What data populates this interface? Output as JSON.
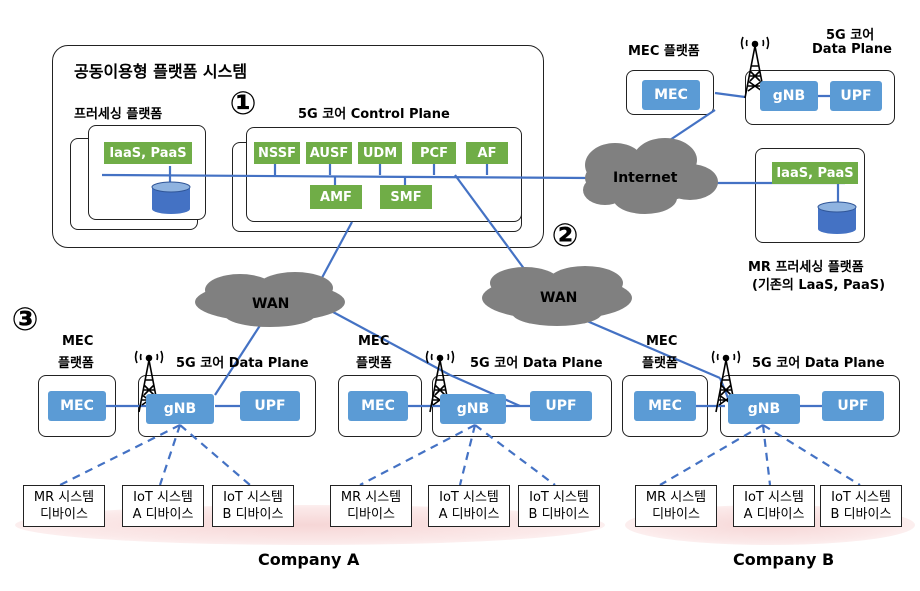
{
  "main_system": {
    "title": "공동이용형 플랫폼 시스템",
    "processing_label": "프러세싱 플랫폼",
    "iaas_paas": "IaaS,  PaaS",
    "control_plane_label": "5G 코어 Control Plane",
    "nf_top": [
      "NSSF",
      "AUSF",
      "UDM",
      "PCF",
      "AF"
    ],
    "nf_bottom": [
      "AMF",
      "SMF"
    ]
  },
  "markers": {
    "one": "①",
    "two": "②",
    "three": "③"
  },
  "internet": "Internet",
  "wan": "WAN",
  "top_right": {
    "mec_platform": "MEC 플랫폼",
    "mec": "MEC",
    "data_plane_line1": "5G 코어",
    "data_plane_line2": "Data Plane",
    "gnb": "gNB",
    "upf": "UPF"
  },
  "mr_platform": {
    "iaas_paas": "IaaS,  PaaS",
    "label_line1": "MR 프러세싱 플랫폼",
    "label_line2": "(기존의 LaaS, PaaS)"
  },
  "edge": {
    "mec_platform_line1": "MEC",
    "mec_platform_line2": "플랫폼",
    "mec": "MEC",
    "data_plane": "5G 코어 Data Plane",
    "gnb": "gNB",
    "upf": "UPF"
  },
  "devices": {
    "mr_line1": "MR 시스템",
    "mr_line2": "디바이스",
    "iota_line1": "IoT 시스템",
    "iota_line2": "A 디바이스",
    "iotb_line1": "IoT 시스템",
    "iotb_line2": "B 디바이스"
  },
  "companies": {
    "a": "Company A",
    "b": "Company B"
  },
  "colors": {
    "blue": "#5b9bd5",
    "green": "#70ad47",
    "line": "#4472c4",
    "cloud": "#808080"
  }
}
